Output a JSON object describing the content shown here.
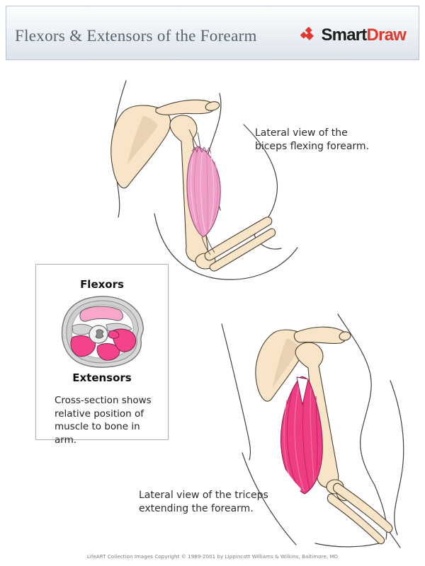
{
  "header": {
    "title": "Flexors & Extensors of the Forearm",
    "logo": {
      "icon": "smartdraw-diamond-icon",
      "brand_black": "Smart",
      "brand_red": "Draw"
    }
  },
  "figures": {
    "biceps": {
      "name": "lateral-view-biceps-flexing",
      "caption_lines": [
        "Lateral view of the",
        "biceps flexing forearm."
      ]
    },
    "triceps": {
      "name": "lateral-view-triceps-extending",
      "caption_lines": [
        "Lateral view of the triceps",
        "extending the forearm."
      ]
    }
  },
  "inset": {
    "top_label": "Flexors",
    "bottom_label": "Extensors",
    "description_lines": [
      "Cross-section shows",
      "relative position of",
      "muscle to bone in",
      "arm."
    ]
  },
  "footer": {
    "credit": "LifeART Collection Images Copyright © 1989-2001 by Lippincott Williams & Wilkins, Baltimore, MD"
  },
  "colors": {
    "header_border": "#b9c3cd",
    "header_gradient_bottom": "#dce3ea",
    "title_text": "#59636d",
    "logo_red": "#e0382c",
    "logo_black": "#1d1d1b",
    "bone": "#f8e4c6",
    "bone_shade": "#e9d2b4",
    "muscle_light_pink": "#f8a7cb",
    "muscle_mid_pink": "#f09fc8",
    "muscle_deep_pink": "#ee3d82",
    "tissue_gray": "#d6d6d6",
    "outline": "#3f3a35"
  }
}
